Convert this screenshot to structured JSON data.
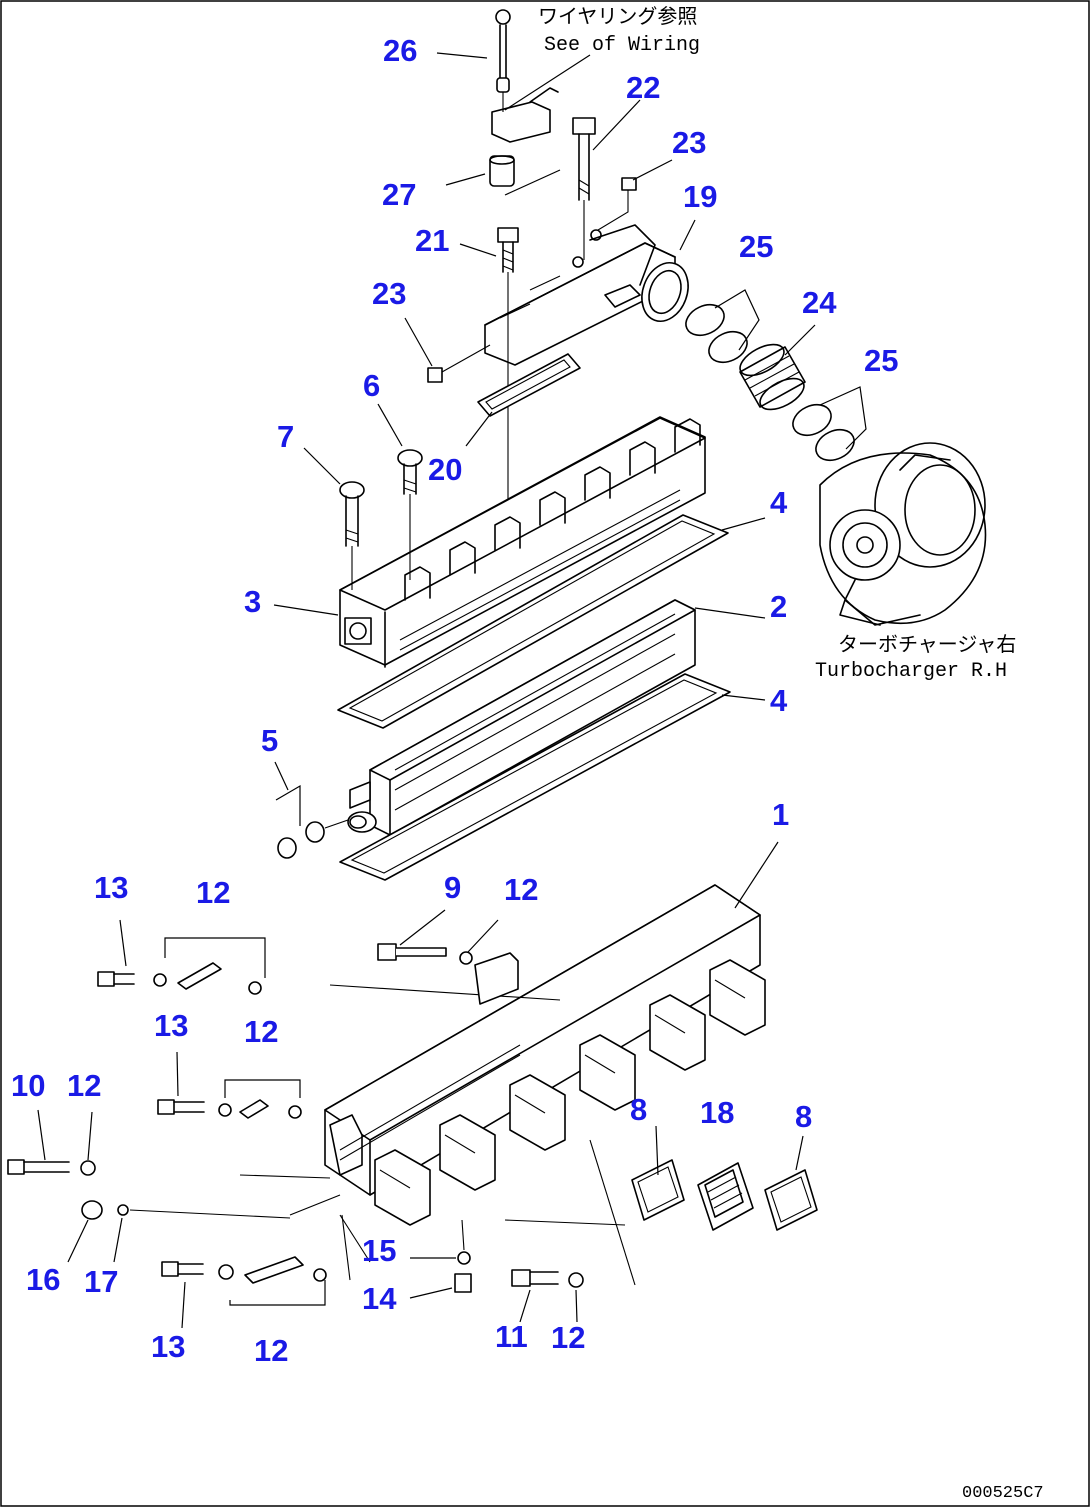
{
  "notes": {
    "wiring_jp": "ワイヤリング参照",
    "wiring_en": "See of Wiring",
    "turbo_jp": "ターボチャージャ右",
    "turbo_en": "Turbocharger R.H",
    "drawing_code": "000525C7"
  },
  "callouts": [
    {
      "id": "c26",
      "text": "26"
    },
    {
      "id": "c22",
      "text": "22"
    },
    {
      "id": "c23a",
      "text": "23"
    },
    {
      "id": "c27",
      "text": "27"
    },
    {
      "id": "c19",
      "text": "19"
    },
    {
      "id": "c21",
      "text": "21"
    },
    {
      "id": "c25a",
      "text": "25"
    },
    {
      "id": "c23b",
      "text": "23"
    },
    {
      "id": "c24",
      "text": "24"
    },
    {
      "id": "c25b",
      "text": "25"
    },
    {
      "id": "c6",
      "text": "6"
    },
    {
      "id": "c7",
      "text": "7"
    },
    {
      "id": "c20",
      "text": "20"
    },
    {
      "id": "c4a",
      "text": "4"
    },
    {
      "id": "c3",
      "text": "3"
    },
    {
      "id": "c2",
      "text": "2"
    },
    {
      "id": "c4b",
      "text": "4"
    },
    {
      "id": "c5",
      "text": "5"
    },
    {
      "id": "c1",
      "text": "1"
    },
    {
      "id": "c13a",
      "text": "13"
    },
    {
      "id": "c12a",
      "text": "12"
    },
    {
      "id": "c9",
      "text": "9"
    },
    {
      "id": "c12b",
      "text": "12"
    },
    {
      "id": "c13b",
      "text": "13"
    },
    {
      "id": "c12c",
      "text": "12"
    },
    {
      "id": "c10",
      "text": "10"
    },
    {
      "id": "c12d",
      "text": "12"
    },
    {
      "id": "c8a",
      "text": "8"
    },
    {
      "id": "c18",
      "text": "18"
    },
    {
      "id": "c8b",
      "text": "8"
    },
    {
      "id": "c15",
      "text": "15"
    },
    {
      "id": "c16",
      "text": "16"
    },
    {
      "id": "c17",
      "text": "17"
    },
    {
      "id": "c14",
      "text": "14"
    },
    {
      "id": "c13c",
      "text": "13"
    },
    {
      "id": "c11",
      "text": "11"
    },
    {
      "id": "c12e",
      "text": "12"
    },
    {
      "id": "c12f",
      "text": "12"
    }
  ]
}
